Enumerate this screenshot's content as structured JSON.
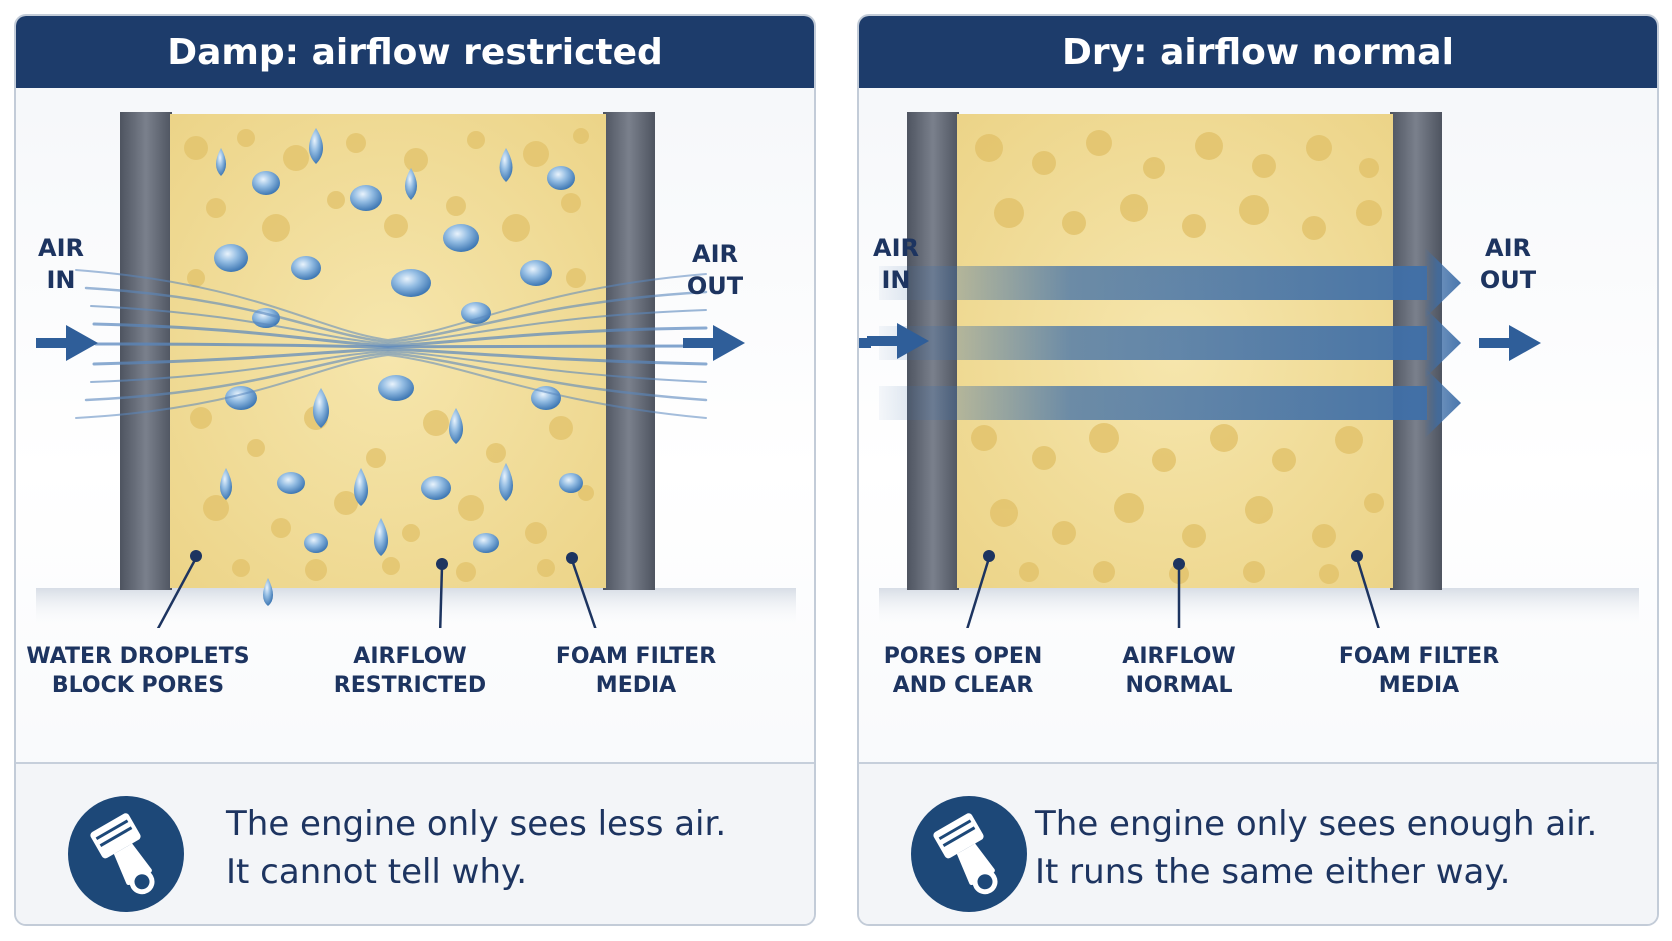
{
  "left_panel": {
    "title": "Damp: airflow restricted",
    "air_in": [
      "AIR",
      "IN"
    ],
    "air_out": [
      "AIR",
      "OUT"
    ],
    "callouts": [
      [
        "WATER DROPLETS",
        "BLOCK PORES"
      ],
      [
        "AIRFLOW",
        "RESTRICTED"
      ],
      [
        "FOAM FILTER",
        "MEDIA"
      ]
    ],
    "message": [
      "The engine only sees less air.",
      "It cannot tell why."
    ],
    "icon": "piston-icon"
  },
  "right_panel": {
    "title": "Dry: airflow normal",
    "air_in": [
      "AIR",
      "IN"
    ],
    "air_out": [
      "AIR",
      "OUT"
    ],
    "callouts": [
      [
        "PORES OPEN",
        "AND CLEAR"
      ],
      [
        "AIRFLOW",
        "NORMAL"
      ],
      [
        "FOAM FILTER",
        "MEDIA"
      ]
    ],
    "message": [
      "The engine only sees enough air.",
      "It runs the same either way."
    ],
    "icon": "piston-icon"
  },
  "colors": {
    "header": "#1d3c6b",
    "foam": "#f1dc98",
    "water": "#6d9ed0",
    "airflow": "#3f6fa8",
    "frame": "#5c6270",
    "text": "#1d3460"
  }
}
